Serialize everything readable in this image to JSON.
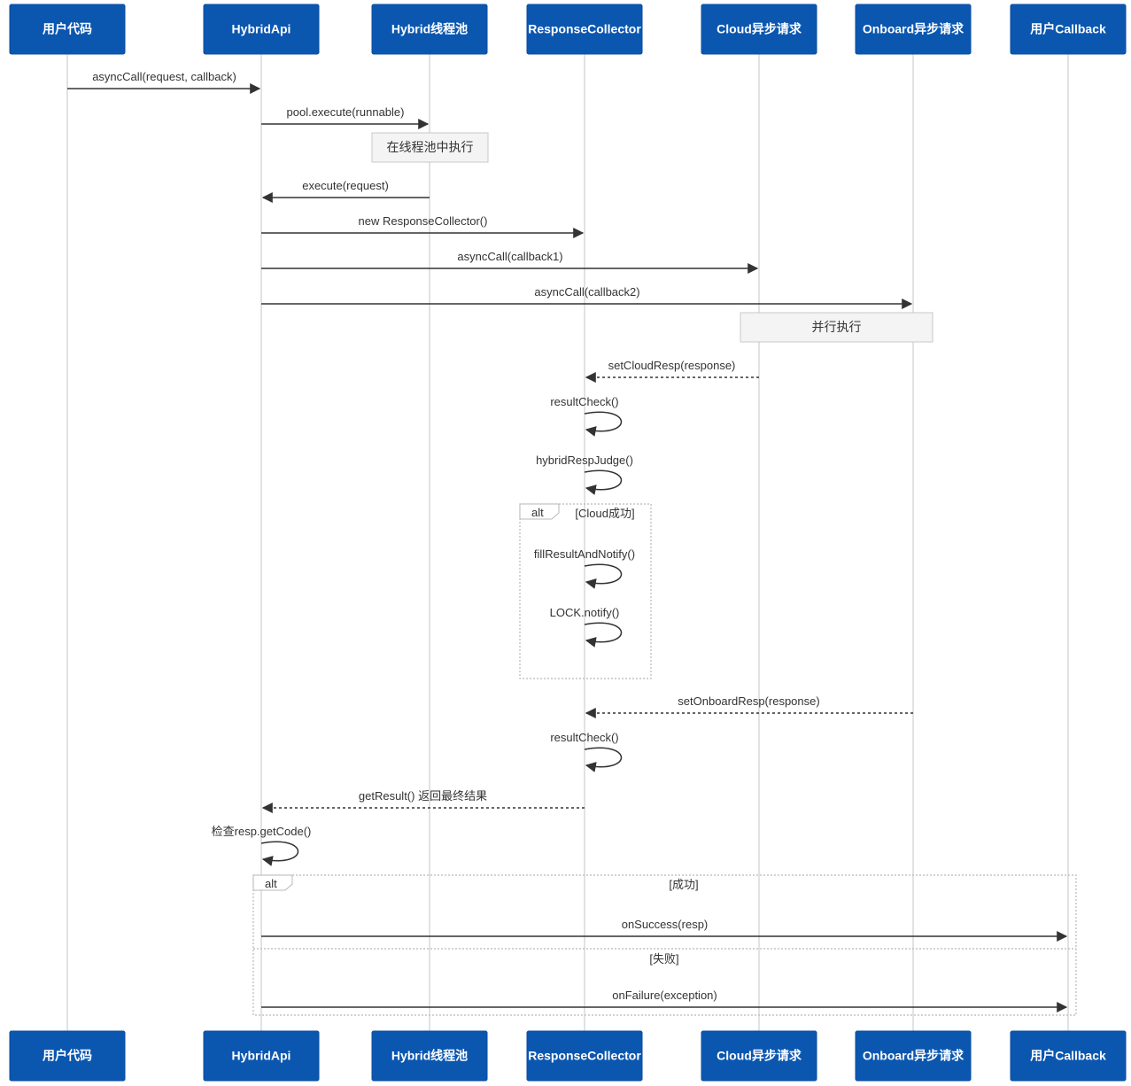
{
  "actors": [
    {
      "id": "user",
      "label": "用户代码"
    },
    {
      "id": "api",
      "label": "HybridApi"
    },
    {
      "id": "pool",
      "label": "Hybrid线程池"
    },
    {
      "id": "collector",
      "label": "ResponseCollector"
    },
    {
      "id": "cloud",
      "label": "Cloud异步请求"
    },
    {
      "id": "onboard",
      "label": "Onboard异步请求"
    },
    {
      "id": "callback",
      "label": "用户Callback"
    }
  ],
  "messages": [
    {
      "from": "user",
      "to": "api",
      "label": "asyncCall(request, callback)",
      "style": "solid"
    },
    {
      "from": "api",
      "to": "pool",
      "label": "pool.execute(runnable)",
      "style": "solid"
    },
    {
      "from": "pool",
      "to": "api",
      "label": "execute(request)",
      "style": "solid"
    },
    {
      "from": "api",
      "to": "collector",
      "label": "new ResponseCollector()",
      "style": "solid"
    },
    {
      "from": "api",
      "to": "cloud",
      "label": "asyncCall(callback1)",
      "style": "solid"
    },
    {
      "from": "api",
      "to": "onboard",
      "label": "asyncCall(callback2)",
      "style": "solid"
    },
    {
      "from": "cloud",
      "to": "collector",
      "label": "setCloudResp(response)",
      "style": "dashed"
    },
    {
      "from": "collector",
      "to": "collector",
      "label": "resultCheck()",
      "style": "solid"
    },
    {
      "from": "collector",
      "to": "collector",
      "label": "hybridRespJudge()",
      "style": "solid"
    },
    {
      "from": "collector",
      "to": "collector",
      "label": "fillResultAndNotify()",
      "style": "solid"
    },
    {
      "from": "collector",
      "to": "collector",
      "label": "LOCK.notify()",
      "style": "solid"
    },
    {
      "from": "onboard",
      "to": "collector",
      "label": "setOnboardResp(response)",
      "style": "dashed"
    },
    {
      "from": "collector",
      "to": "collector",
      "label": "resultCheck()",
      "style": "solid"
    },
    {
      "from": "collector",
      "to": "api",
      "label": "getResult() 返回最终结果",
      "style": "dashed"
    },
    {
      "from": "api",
      "to": "api",
      "label": "检查resp.getCode()",
      "style": "solid"
    },
    {
      "from": "api",
      "to": "callback",
      "label": "onSuccess(resp)",
      "style": "solid"
    },
    {
      "from": "api",
      "to": "callback",
      "label": "onFailure(exception)",
      "style": "solid"
    }
  ],
  "notes": [
    {
      "over": [
        "pool"
      ],
      "text": "在线程池中执行"
    },
    {
      "over": [
        "cloud",
        "onboard"
      ],
      "text": "并行执行"
    }
  ],
  "frames": [
    {
      "keyword": "alt",
      "condition": "[Cloud成功]"
    },
    {
      "keyword": "alt",
      "condition": "[成功]",
      "else_condition": "[失败]"
    }
  ]
}
